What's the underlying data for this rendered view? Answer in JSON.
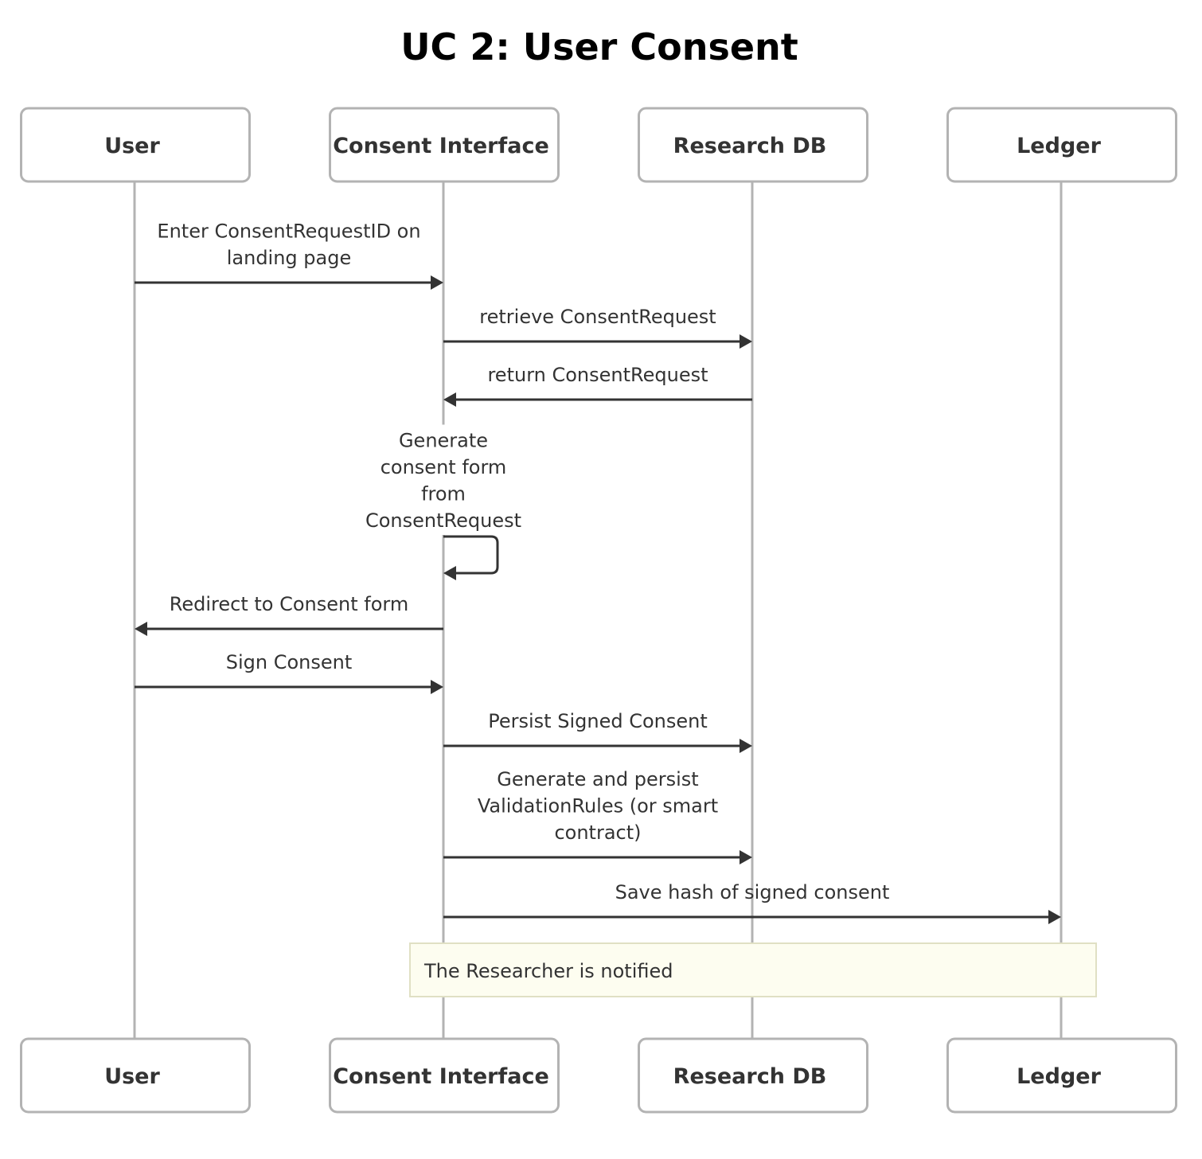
{
  "title": "UC 2: User Consent",
  "participants": [
    {
      "id": "user",
      "label": "User"
    },
    {
      "id": "ci",
      "label": "Consent Interface"
    },
    {
      "id": "db",
      "label": "Research DB"
    },
    {
      "id": "ledger",
      "label": "Ledger"
    }
  ],
  "messages": [
    {
      "from": "user",
      "to": "ci",
      "lines": [
        "Enter ConsentRequestID on",
        "landing page"
      ]
    },
    {
      "from": "ci",
      "to": "db",
      "lines": [
        "retrieve ConsentRequest"
      ]
    },
    {
      "from": "db",
      "to": "ci",
      "lines": [
        "return ConsentRequest"
      ]
    },
    {
      "from": "ci",
      "to": "ci",
      "lines": [
        "Generate",
        "consent form",
        "from",
        "ConsentRequest"
      ]
    },
    {
      "from": "ci",
      "to": "user",
      "lines": [
        "Redirect to Consent form"
      ]
    },
    {
      "from": "user",
      "to": "ci",
      "lines": [
        "Sign Consent"
      ]
    },
    {
      "from": "ci",
      "to": "db",
      "lines": [
        "Persist Signed Consent"
      ]
    },
    {
      "from": "ci",
      "to": "db",
      "lines": [
        "Generate and persist",
        "ValidationRules (or smart",
        "contract)"
      ]
    },
    {
      "from": "ci",
      "to": "ledger",
      "lines": [
        "Save hash of signed consent"
      ]
    }
  ],
  "note": {
    "text": "The Researcher is notified",
    "over": [
      "ci",
      "ledger"
    ]
  }
}
